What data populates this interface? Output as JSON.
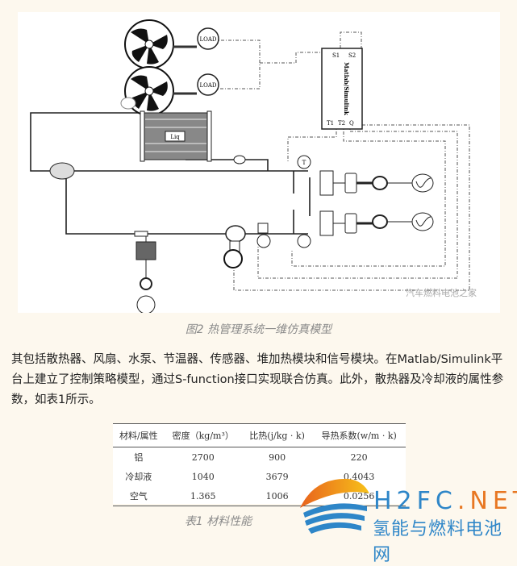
{
  "figure": {
    "caption": "图2 热管理系统一维仿真模型",
    "watermark": "汽车燃料电池之家",
    "labels": {
      "controller": "Matlab/Simulink",
      "s1": "S1",
      "s2": "S2",
      "t1": "T1",
      "t2": "T2",
      "q": "Q",
      "radiator": "Liq",
      "load1": "LOAD",
      "load2": "LOAD",
      "temp": "T"
    }
  },
  "body": {
    "paragraph": "其包括散热器、风扇、水泵、节温器、传感器、堆加热模块和信号模块。在Matlab/Simulink平台上建立了控制策略模型，通过S-function接口实现联合仿真。此外，散热器及冷却液的属性参数，如表1所示。"
  },
  "table": {
    "headers": [
      "材料/属性",
      "密度（kg/m³）",
      "比热(j/kg · k)",
      "导热系数(w/m · k)"
    ],
    "rows": [
      [
        "铝",
        "2700",
        "900",
        "220"
      ],
      [
        "冷却液",
        "1040",
        "3679",
        "0.4043"
      ],
      [
        "空气",
        "1.365",
        "1006",
        "0.0256"
      ]
    ],
    "caption": "表1 材料性能"
  },
  "logo": {
    "en_main": "H2FC",
    "en_suffix": ".NET",
    "cn": "氢能与燃料电池网"
  }
}
